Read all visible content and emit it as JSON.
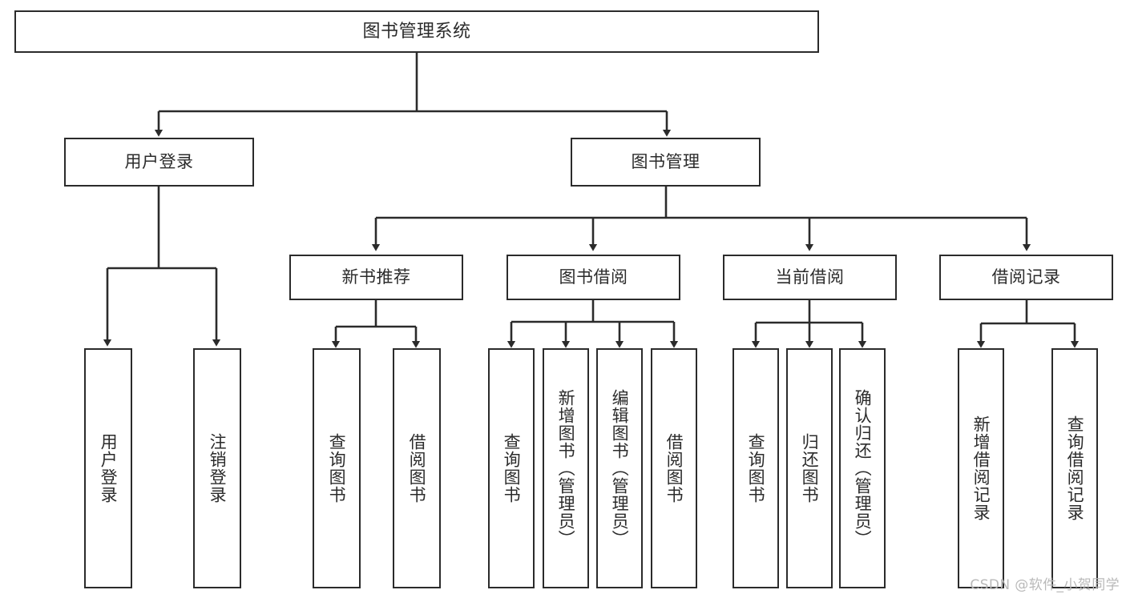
{
  "diagram": {
    "title": "图书管理系统",
    "type": "tree-hierarchy-chart",
    "watermark": "CSDN @软件_小贺同学",
    "colors": {
      "border": "#2b2b2b",
      "text": "#2b2b2b",
      "background": "#ffffff",
      "watermark": "#b9b9b9"
    },
    "nodes": {
      "root": {
        "label": "图书管理系统"
      },
      "level1": [
        {
          "label": "用户登录"
        },
        {
          "label": "图书管理"
        }
      ],
      "level2": [
        {
          "label": "新书推荐"
        },
        {
          "label": "图书借阅"
        },
        {
          "label": "当前借阅"
        },
        {
          "label": "借阅记录"
        }
      ],
      "leaves": {
        "user_login": [
          {
            "label": "用户登录"
          },
          {
            "label": "注销登录"
          }
        ],
        "new_book_recommend": [
          {
            "label": "查询图书"
          },
          {
            "label": "借阅图书"
          }
        ],
        "book_borrow": [
          {
            "label": "查询图书"
          },
          {
            "label": "新增图书（管理员）"
          },
          {
            "label": "编辑图书（管理员）"
          },
          {
            "label": "借阅图书"
          }
        ],
        "current_borrow": [
          {
            "label": "查询图书"
          },
          {
            "label": "归还图书"
          },
          {
            "label": "确认归还（管理员）"
          }
        ],
        "borrow_record": [
          {
            "label": "新增借阅记录"
          },
          {
            "label": "查询借阅记录"
          }
        ]
      }
    }
  }
}
